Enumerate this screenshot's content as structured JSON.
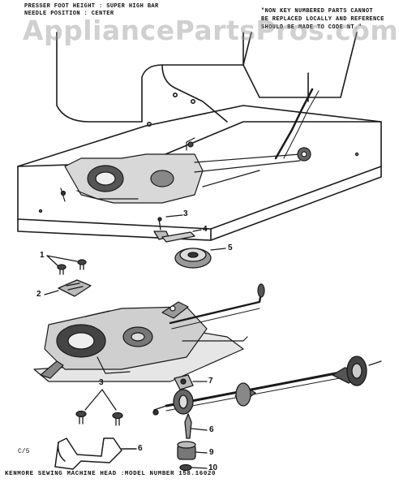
{
  "header": {
    "left_line1": "PRESSER FOOT HEIGHT : SUPER HIGH BAR",
    "left_line2": "NEEDLE POSITION : CENTER",
    "right_line1": "\"NON KEY NUMBERED PARTS CANNOT",
    "right_line2": "BE REPLACED LOCALLY AND REFERENCE",
    "right_line3": "SHOULD BE MADE TO CODE NT.\""
  },
  "watermark": "AppliancePartsPros.com",
  "callouts": {
    "c1": "1",
    "c2": "2",
    "c3a": "3",
    "c3b": "3",
    "c4": "4",
    "c5": "5",
    "c6a": "6",
    "c6b": "6",
    "c7": "7",
    "c9": "9",
    "c10": "10"
  },
  "page_code": "C/5",
  "footer": "KENMORE SEWING MACHINE HEAD :MODEL NUMBER 158.16020"
}
